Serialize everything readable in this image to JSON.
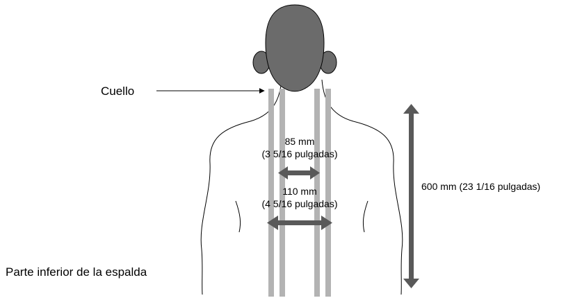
{
  "labels": {
    "neck": "Cuello",
    "lower_back": "Parte inferior de la espalda",
    "inner_width_mm": "85 mm",
    "inner_width_in": "(3 5/16 pulgadas)",
    "outer_width_mm": "110 mm",
    "outer_width_in": "(4 5/16 pulgadas)",
    "length": "600 mm (23 1/16 pulgadas)"
  },
  "colors": {
    "head_fill": "#6b6b6b",
    "outline": "#000000",
    "electrode_strip": "#b3b3b3",
    "dimension_arrow": "#595959"
  },
  "icons": {
    "head": "head-silhouette-icon",
    "pointer": "arrow-right-icon"
  }
}
